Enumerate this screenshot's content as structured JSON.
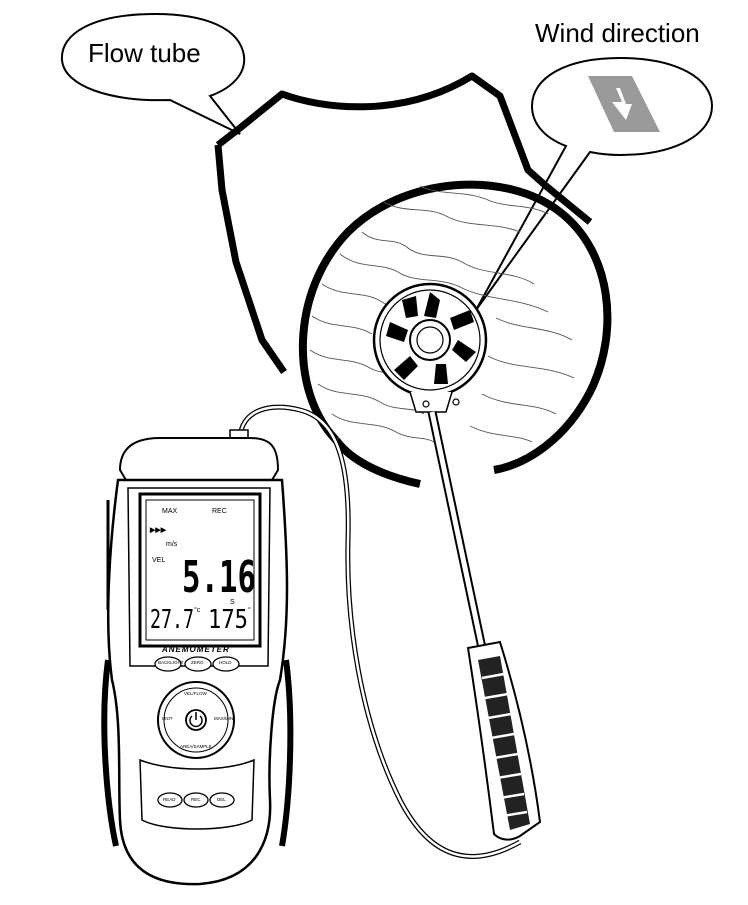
{
  "callouts": {
    "flow_tube": "Flow tube",
    "wind_direction": "Wind direction"
  },
  "meter": {
    "brand": "ANEMOMETER",
    "lcd": {
      "max": "MAX",
      "rec": "REC",
      "unit": "m/s",
      "mode": "VEL",
      "value": "5.16",
      "s_label": "S",
      "temp": "27.7",
      "temp_unit": "°c",
      "second": "175",
      "second_unit": "°"
    },
    "buttons": {
      "backlight": "BACKLIGHT",
      "hold_mode": "ZERO",
      "rec": "HOLD",
      "vel_flow": "VEL/FLOW",
      "unit": "UNIT",
      "max_min": "MAX/MIN",
      "area_sample": "AREA/SAMPLE",
      "read": "READ",
      "rec2": "REC",
      "del": "DEL"
    }
  },
  "icons": [
    "power-icon",
    "arrow-down-icon"
  ]
}
